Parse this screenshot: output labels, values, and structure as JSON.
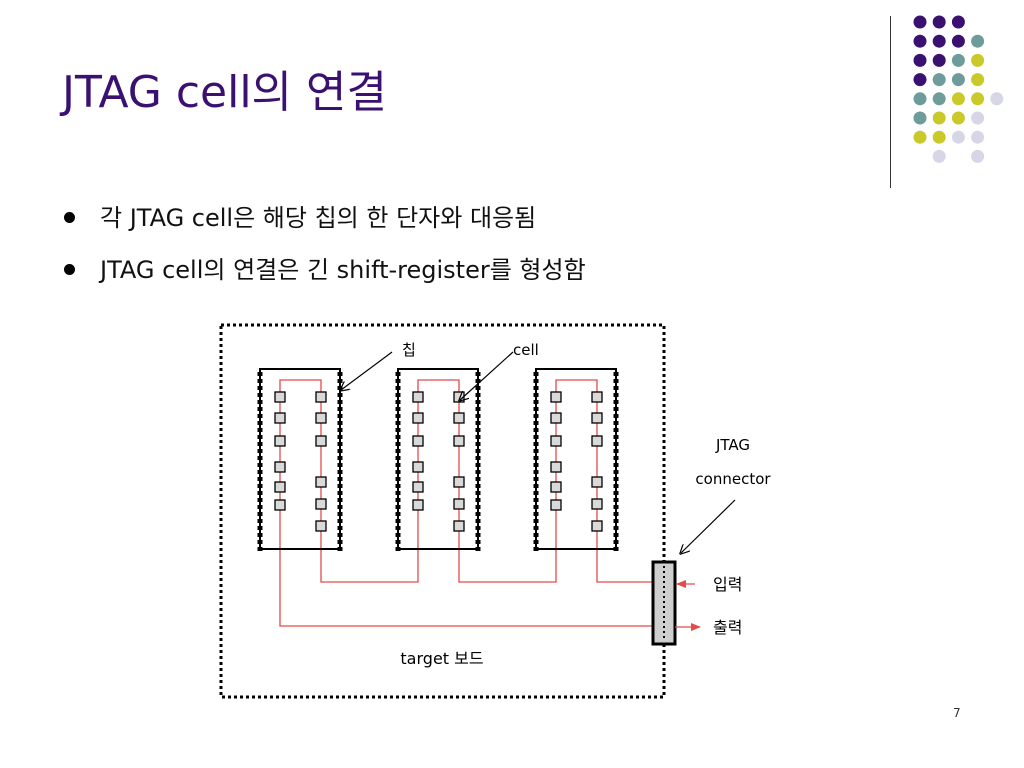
{
  "slide": {
    "title": "JTAG cell의 연결",
    "bullets": [
      "각 JTAG cell은 해당 칩의 한 단자와 대응됨",
      "JTAG cell의 연결은 긴 shift-register를 형성함"
    ],
    "page_number": "7"
  },
  "diagram": {
    "label_chip": "칩",
    "label_cell": "cell",
    "label_connector_line1": "JTAG",
    "label_connector_line2": "connector",
    "label_input": "입력",
    "label_output": "출력",
    "label_board": "target 보드"
  },
  "colors": {
    "title": "#3a1070",
    "purple": "#3a1070",
    "teal": "#6e9c9a",
    "yellow": "#c9c92a",
    "lavender": "#d6d6e6",
    "wire": "#e34a4a"
  }
}
